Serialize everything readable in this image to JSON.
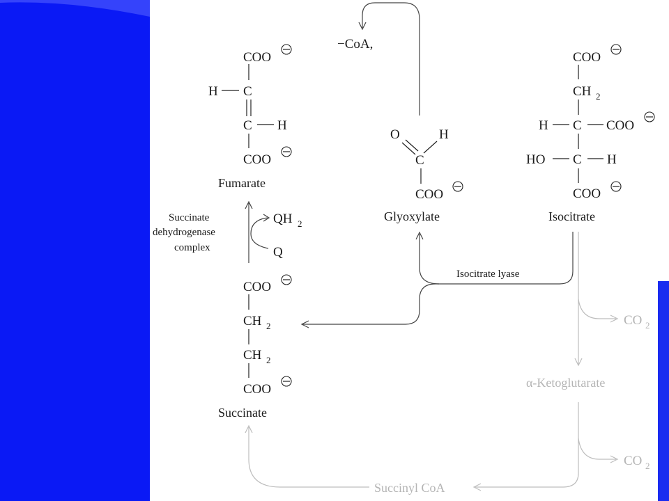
{
  "colors": {
    "slide_left_panel": "#0a19f5",
    "slide_accent": "#1a2cf0",
    "ink": "#1a1a1a",
    "faded_ink": "#b4b4b4"
  },
  "fumarate": {
    "coo_top": "COO",
    "h_left": "H",
    "c_top": "C",
    "c_bottom": "C",
    "h_right": "H",
    "coo_bottom": "COO",
    "name": "Fumarate"
  },
  "enzyme_sdh": {
    "line1": "Succinate",
    "line2": "dehydrogenase",
    "line3": "complex",
    "qh2": "QH",
    "qh2_sub": "2",
    "q": "Q"
  },
  "succinate": {
    "coo_top": "COO",
    "ch2_a": "CH",
    "ch2_a_sub": "2",
    "ch2_b": "CH",
    "ch2_b_sub": "2",
    "coo_bottom": "COO",
    "name": "Succinate"
  },
  "glyoxylate": {
    "coa": "−CoA,",
    "o": "O",
    "h": "H",
    "c": "C",
    "coo": "COO",
    "name": "Glyoxylate"
  },
  "isocitrate": {
    "coo_top": "COO",
    "ch2": "CH",
    "ch2_sub": "2",
    "h_left": "H",
    "c_upper": "C",
    "coo_right": "COO",
    "ho_left": "HO",
    "c_lower": "C",
    "h_right": "H",
    "coo_bottom": "COO",
    "name": "Isocitrate"
  },
  "isocitrate_lyase": "Isocitrate lyase",
  "tca_branch": {
    "co2_first": "CO",
    "co2_first_sub": "2",
    "alpha_ketoglutarate": "α-Ketoglutarate",
    "co2_second": "CO",
    "co2_second_sub": "2",
    "succinyl_coa": "Succinyl CoA"
  }
}
